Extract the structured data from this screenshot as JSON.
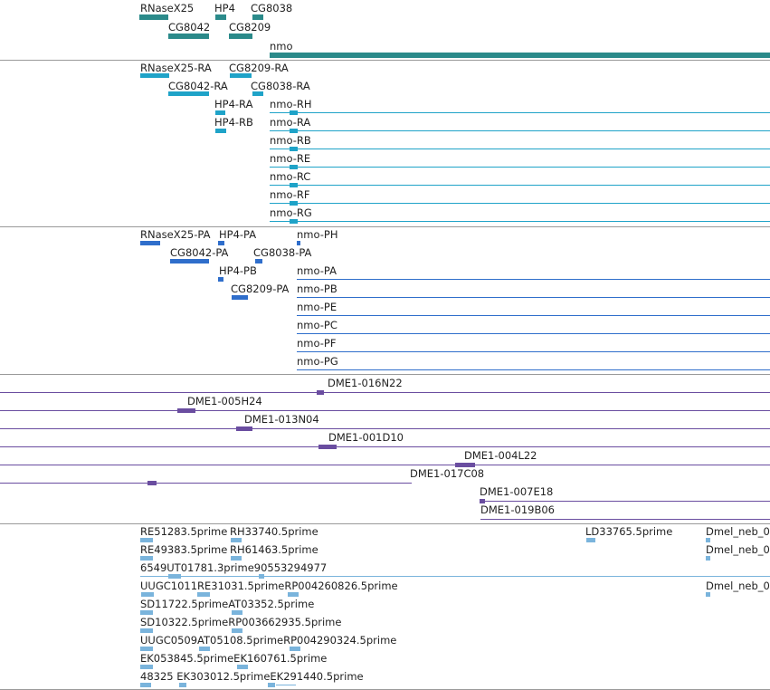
{
  "colors": {
    "gene": "#2b8a8a",
    "transcript": "#1fa3c8",
    "protein": "#2f6ecb",
    "clone": "#6a4da0",
    "est": "#7ab4dc",
    "separator": "#9a9a9a"
  },
  "tracks": {
    "genes": {
      "features": [
        {
          "label": "RNaseX25"
        },
        {
          "label": "HP4"
        },
        {
          "label": "CG8038"
        },
        {
          "label": "CG8042"
        },
        {
          "label": "CG8209"
        },
        {
          "label": "nmo"
        }
      ]
    },
    "transcripts": {
      "features": [
        {
          "label": "RNaseX25-RA"
        },
        {
          "label": "CG8209-RA"
        },
        {
          "label": "CG8042-RA"
        },
        {
          "label": "CG8038-RA"
        },
        {
          "label": "HP4-RA"
        },
        {
          "label": "HP4-RB"
        },
        {
          "label": "nmo-RH"
        },
        {
          "label": "nmo-RA"
        },
        {
          "label": "nmo-RB"
        },
        {
          "label": "nmo-RE"
        },
        {
          "label": "nmo-RC"
        },
        {
          "label": "nmo-RF"
        },
        {
          "label": "nmo-RG"
        }
      ]
    },
    "proteins": {
      "features": [
        {
          "label": "RNaseX25-PA"
        },
        {
          "label": "HP4-PA"
        },
        {
          "label": "nmo-PH"
        },
        {
          "label": "CG8042-PA"
        },
        {
          "label": "CG8038-PA"
        },
        {
          "label": "HP4-PB"
        },
        {
          "label": "nmo-PA"
        },
        {
          "label": "CG8209-PA"
        },
        {
          "label": "nmo-PB"
        },
        {
          "label": "nmo-PE"
        },
        {
          "label": "nmo-PC"
        },
        {
          "label": "nmo-PF"
        },
        {
          "label": "nmo-PG"
        }
      ]
    },
    "clones": {
      "features": [
        {
          "label": "DME1-016N22"
        },
        {
          "label": "DME1-005H24"
        },
        {
          "label": "DME1-013N04"
        },
        {
          "label": "DME1-001D10"
        },
        {
          "label": "DME1-004L22"
        },
        {
          "label": "DME1-017C08"
        },
        {
          "label": "DME1-007E18"
        },
        {
          "label": "DME1-019B06"
        }
      ]
    },
    "ests": {
      "features": [
        {
          "label": "RE51283.5prime"
        },
        {
          "label": "RH33740.5prime"
        },
        {
          "label": "LD33765.5prime"
        },
        {
          "label": "Dmel_neb_0"
        },
        {
          "label": "RE49383.5prime"
        },
        {
          "label": "RH61463.5prime"
        },
        {
          "label": "Dmel_neb_0"
        },
        {
          "label": "6549UT01781.3prime90553294977"
        },
        {
          "label": "UUGC1011RE31031.5primeRP004260826.5prime"
        },
        {
          "label": "Dmel_neb_0"
        },
        {
          "label": "SD11722.5primeAT03352.5prime"
        },
        {
          "label": "SD10322.5primeRP003662935.5prime"
        },
        {
          "label": "UUGC0509AT05108.5primeRP004290324.5prime"
        },
        {
          "label": "EK053845.5primeEK160761.5prime"
        },
        {
          "label": "48325 EK303012.5primeEK291440.5prime"
        }
      ]
    }
  }
}
